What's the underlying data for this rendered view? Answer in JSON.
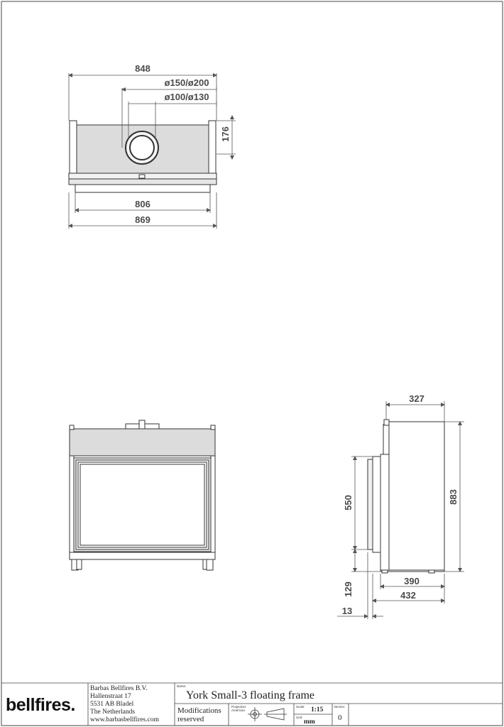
{
  "top_view": {
    "dims": {
      "overall_top": "848",
      "flue_outer": "ø150/ø200",
      "flue_inner": "ø100/ø130",
      "depth_right": "176",
      "inner_width": "806",
      "overall_width": "869"
    }
  },
  "side_view": {
    "dims": {
      "depth_top": "327",
      "glass_height": "550",
      "overall_height": "883",
      "bottom_offset": "129",
      "base_depth": "390",
      "overall_depth": "432",
      "frame_offset": "13"
    }
  },
  "title_block": {
    "logo": "bellfires.",
    "company": "Barbas Bellfires B.V.",
    "street": "Hallenstraat 17",
    "city": "5531 AB Bladel",
    "country": "The Netherlands",
    "website": "www.barbasbellfires.com",
    "name_label": "Name:",
    "name": "York Small-3 floating frame",
    "modifications_line1": "Modifications",
    "modifications_line2": "reserved",
    "projection_label": "Projection:",
    "projection_value": "American",
    "scale_label": "Scale:",
    "scale": "1:15",
    "unit_label": "Unit:",
    "unit": "mm",
    "version_label": "Version:",
    "version": "0"
  }
}
